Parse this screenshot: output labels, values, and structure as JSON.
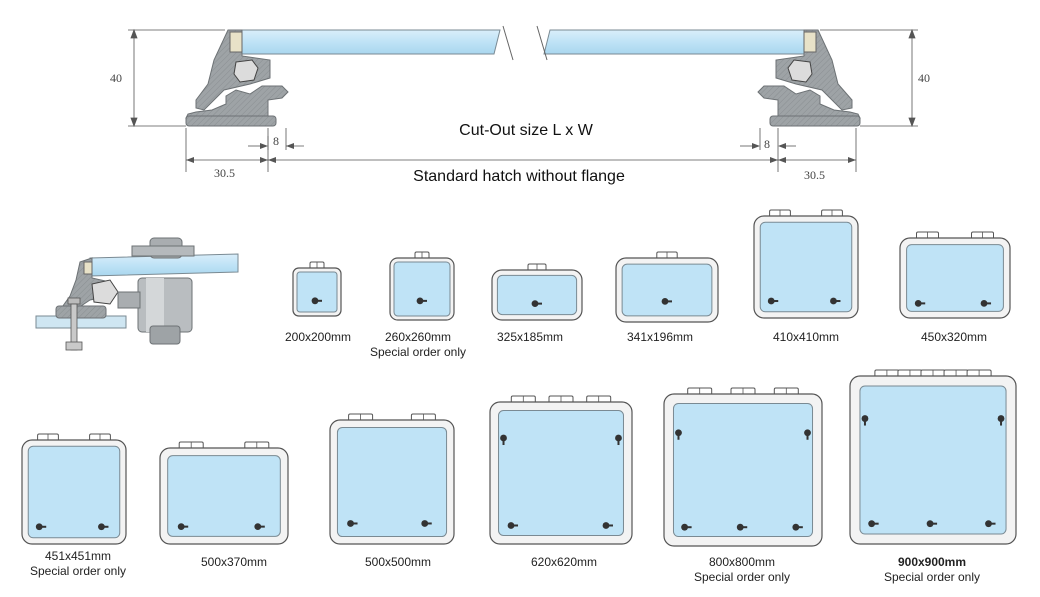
{
  "profile": {
    "cutout_label": "Cut-Out size L x W",
    "caption": "Standard hatch without flange",
    "dims": {
      "height_left": "40",
      "height_right": "40",
      "offset_left": "8",
      "offset_right": "8",
      "flange_left": "30.5",
      "flange_right": "30.5"
    }
  },
  "colors": {
    "glass": "#bfe3f6",
    "frame_outline": "#555555",
    "frame_inner": "#f3f3f3",
    "profile_grey": "#9ea3a6",
    "knob": "#333333"
  },
  "hatches": [
    {
      "size": "200x200mm",
      "note": ""
    },
    {
      "size": "260x260mm",
      "note": "Special order only"
    },
    {
      "size": "325x185mm",
      "note": ""
    },
    {
      "size": "341x196mm",
      "note": ""
    },
    {
      "size": "410x410mm",
      "note": ""
    },
    {
      "size": "450x320mm",
      "note": ""
    },
    {
      "size": "451x451mm",
      "note": "Special order only"
    },
    {
      "size": "500x370mm",
      "note": ""
    },
    {
      "size": "500x500mm",
      "note": ""
    },
    {
      "size": "620x620mm",
      "note": ""
    },
    {
      "size": "800x800mm",
      "note": "Special order only"
    },
    {
      "size": "900x900mm",
      "note": "Special order only"
    }
  ]
}
